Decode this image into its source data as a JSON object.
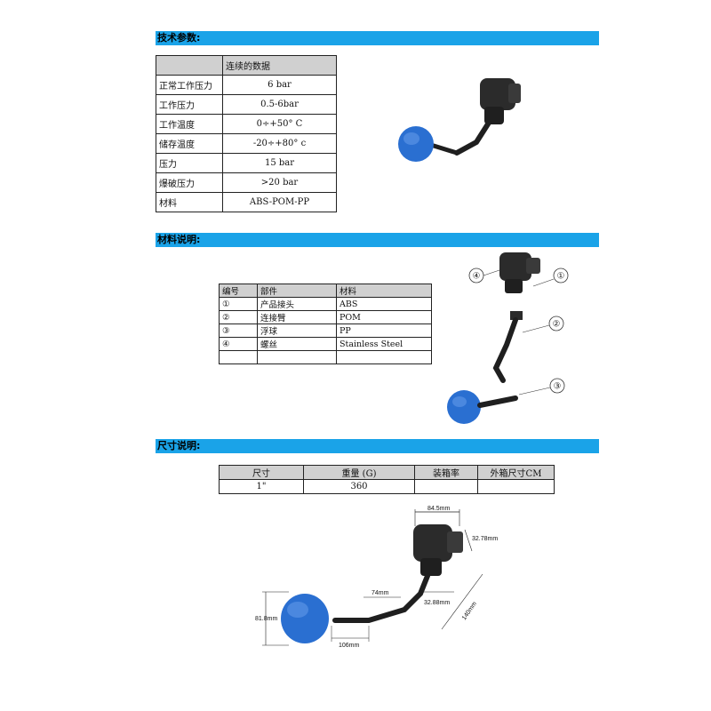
{
  "sections": {
    "tech": "技术参数:",
    "material": "材料说明:",
    "dimension": "尺寸说明:"
  },
  "tech_table": {
    "header": [
      "",
      "连续的数据"
    ],
    "rows": [
      [
        "正常工作压力",
        "6 bar"
      ],
      [
        "工作压力",
        "0.5-6bar"
      ],
      [
        "工作温度",
        "0÷+50° C"
      ],
      [
        "储存温度",
        "-20÷+80° c"
      ],
      [
        "压力",
        "15 bar"
      ],
      [
        "爆破压力",
        ">20 bar"
      ],
      [
        "材料",
        "ABS-POM-PP"
      ]
    ]
  },
  "material_table": {
    "header": [
      "编号",
      "部件",
      "材料"
    ],
    "rows": [
      [
        "①",
        "产品接头",
        "ABS"
      ],
      [
        "②",
        "连接臂",
        "POM"
      ],
      [
        "③",
        "浮球",
        "PP"
      ],
      [
        "④",
        "螺丝",
        "Stainless Steel"
      ],
      [
        "",
        "",
        ""
      ]
    ]
  },
  "dimension_table": {
    "header": [
      "尺寸",
      "重量 (G)",
      "装箱率",
      "外箱尺寸CM"
    ],
    "rows": [
      [
        "1\"",
        "360",
        "",
        ""
      ]
    ]
  },
  "callouts": [
    "①",
    "②",
    "③",
    "④"
  ],
  "dimensions": {
    "top_width": "84.5mm",
    "side_depth": "32.78mm",
    "arm_gap": "32.88mm",
    "arm_length": "140mm",
    "joint": "74mm",
    "ball_height": "81.8mm",
    "ball_offset": "106mm"
  },
  "colors": {
    "section_bar": "#1aa3e8",
    "header_gray": "#d0d0d0",
    "ball_blue": "#2a6fd1",
    "body_dark": "#2b2b2b"
  }
}
